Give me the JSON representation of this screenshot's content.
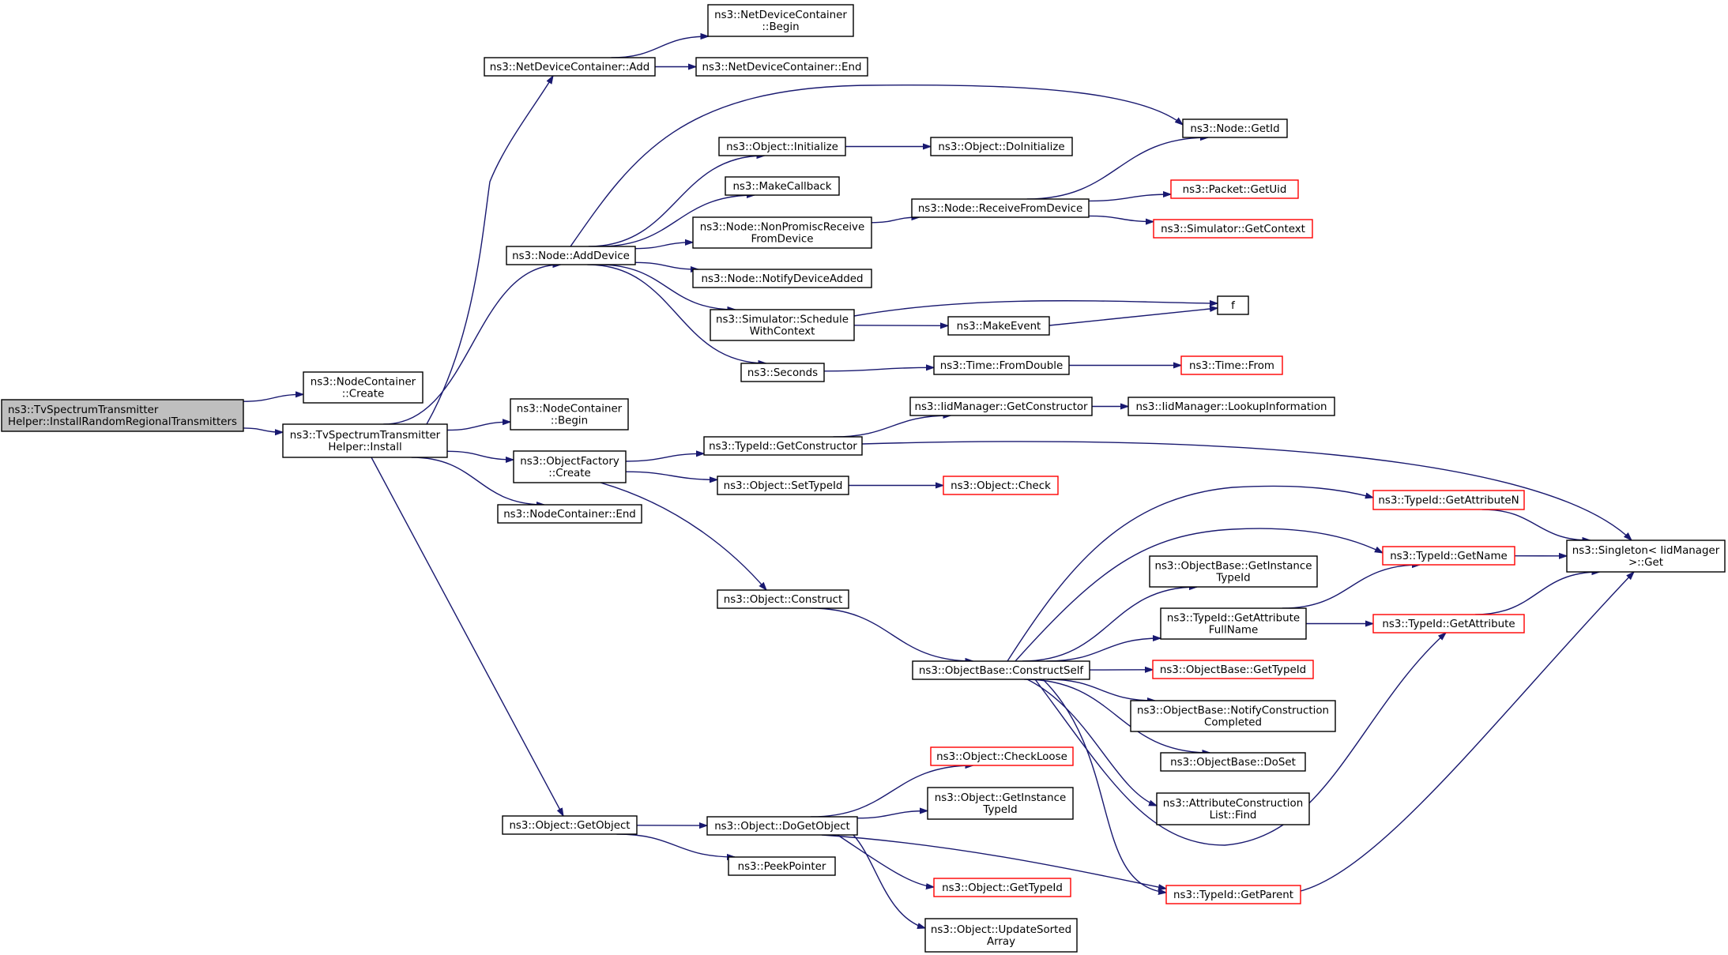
{
  "colors": {
    "edge": "#191970",
    "border_default": "#000000",
    "border_truncated": "#ff0000",
    "fill_root": "#bfbfbf",
    "fill_default": "#ffffff"
  },
  "nodes": [
    {
      "id": "root",
      "lines": [
        "ns3::TvSpectrumTransmitter",
        "Helper::InstallRandomRegionalTransmitters"
      ],
      "style": "root"
    },
    {
      "id": "nc_create",
      "lines": [
        "ns3::NodeContainer",
        "::Create"
      ],
      "style": "normal"
    },
    {
      "id": "install",
      "lines": [
        "ns3::TvSpectrumTransmitter",
        "Helper::Install"
      ],
      "style": "normal"
    },
    {
      "id": "ndc_add",
      "lines": [
        "ns3::NetDeviceContainer::Add"
      ],
      "style": "normal"
    },
    {
      "id": "ndc_begin",
      "lines": [
        "ns3::NetDeviceContainer",
        "::Begin"
      ],
      "style": "normal"
    },
    {
      "id": "ndc_end",
      "lines": [
        "ns3::NetDeviceContainer::End"
      ],
      "style": "normal"
    },
    {
      "id": "node_adddevice",
      "lines": [
        "ns3::Node::AddDevice"
      ],
      "style": "normal"
    },
    {
      "id": "obj_initialize",
      "lines": [
        "ns3::Object::Initialize"
      ],
      "style": "normal"
    },
    {
      "id": "obj_doinitialize",
      "lines": [
        "ns3::Object::DoInitialize"
      ],
      "style": "normal"
    },
    {
      "id": "node_getid",
      "lines": [
        "ns3::Node::GetId"
      ],
      "style": "normal"
    },
    {
      "id": "makecallback",
      "lines": [
        "ns3::MakeCallback"
      ],
      "style": "normal"
    },
    {
      "id": "node_nonpromisc",
      "lines": [
        "ns3::Node::NonPromiscReceive",
        "FromDevice"
      ],
      "style": "normal"
    },
    {
      "id": "node_receivefromdevice",
      "lines": [
        "ns3::Node::ReceiveFromDevice"
      ],
      "style": "normal"
    },
    {
      "id": "packet_getuid",
      "lines": [
        "ns3::Packet::GetUid"
      ],
      "style": "truncated"
    },
    {
      "id": "sim_getcontext",
      "lines": [
        "ns3::Simulator::GetContext"
      ],
      "style": "truncated"
    },
    {
      "id": "node_notify",
      "lines": [
        "ns3::Node::NotifyDeviceAdded"
      ],
      "style": "normal"
    },
    {
      "id": "sim_schedule",
      "lines": [
        "ns3::Simulator::Schedule",
        "WithContext"
      ],
      "style": "normal"
    },
    {
      "id": "f",
      "lines": [
        "f"
      ],
      "style": "normal"
    },
    {
      "id": "makeevent",
      "lines": [
        "ns3::MakeEvent"
      ],
      "style": "normal"
    },
    {
      "id": "seconds",
      "lines": [
        "ns3::Seconds"
      ],
      "style": "normal"
    },
    {
      "id": "time_fromdouble",
      "lines": [
        "ns3::Time::FromDouble"
      ],
      "style": "normal"
    },
    {
      "id": "time_from",
      "lines": [
        "ns3::Time::From"
      ],
      "style": "truncated"
    },
    {
      "id": "nc_begin",
      "lines": [
        "ns3::NodeContainer",
        "::Begin"
      ],
      "style": "normal"
    },
    {
      "id": "iid_getconstructor",
      "lines": [
        "ns3::IidManager::GetConstructor"
      ],
      "style": "normal"
    },
    {
      "id": "iid_lookup",
      "lines": [
        "ns3::IidManager::LookupInformation"
      ],
      "style": "normal"
    },
    {
      "id": "objfactory_create",
      "lines": [
        "ns3::ObjectFactory",
        "::Create"
      ],
      "style": "normal"
    },
    {
      "id": "typeid_getconstructor",
      "lines": [
        "ns3::TypeId::GetConstructor"
      ],
      "style": "normal"
    },
    {
      "id": "obj_settypeid",
      "lines": [
        "ns3::Object::SetTypeId"
      ],
      "style": "normal"
    },
    {
      "id": "obj_check",
      "lines": [
        "ns3::Object::Check"
      ],
      "style": "truncated"
    },
    {
      "id": "nc_end",
      "lines": [
        "ns3::NodeContainer::End"
      ],
      "style": "normal"
    },
    {
      "id": "typeid_getattributen",
      "lines": [
        "ns3::TypeId::GetAttributeN"
      ],
      "style": "truncated"
    },
    {
      "id": "singleton_get",
      "lines": [
        "ns3::Singleton< IidManager",
        " >::Get"
      ],
      "style": "normal"
    },
    {
      "id": "typeid_getname",
      "lines": [
        "ns3::TypeId::GetName"
      ],
      "style": "truncated"
    },
    {
      "id": "objbase_getinstancetypeid",
      "lines": [
        "ns3::ObjectBase::GetInstance",
        "TypeId"
      ],
      "style": "normal"
    },
    {
      "id": "obj_construct",
      "lines": [
        "ns3::Object::Construct"
      ],
      "style": "normal"
    },
    {
      "id": "typeid_getattrfullname",
      "lines": [
        "ns3::TypeId::GetAttribute",
        "FullName"
      ],
      "style": "normal"
    },
    {
      "id": "typeid_getattribute",
      "lines": [
        "ns3::TypeId::GetAttribute"
      ],
      "style": "truncated"
    },
    {
      "id": "objbase_constructself",
      "lines": [
        "ns3::ObjectBase::ConstructSelf"
      ],
      "style": "normal"
    },
    {
      "id": "objbase_gettypeid",
      "lines": [
        "ns3::ObjectBase::GetTypeId"
      ],
      "style": "truncated"
    },
    {
      "id": "objbase_notify",
      "lines": [
        "ns3::ObjectBase::NotifyConstruction",
        "Completed"
      ],
      "style": "normal"
    },
    {
      "id": "objbase_doset",
      "lines": [
        "ns3::ObjectBase::DoSet"
      ],
      "style": "normal"
    },
    {
      "id": "obj_checkloose",
      "lines": [
        "ns3::Object::CheckLoose"
      ],
      "style": "truncated"
    },
    {
      "id": "attrconstr_find",
      "lines": [
        "ns3::AttributeConstruction",
        "List::Find"
      ],
      "style": "normal"
    },
    {
      "id": "obj_getobject",
      "lines": [
        "ns3::Object::GetObject"
      ],
      "style": "normal"
    },
    {
      "id": "obj_dogetobject",
      "lines": [
        "ns3::Object::DoGetObject"
      ],
      "style": "normal"
    },
    {
      "id": "obj_getinstancetypeid",
      "lines": [
        "ns3::Object::GetInstance",
        "TypeId"
      ],
      "style": "normal"
    },
    {
      "id": "peekpointer",
      "lines": [
        "ns3::PeekPointer"
      ],
      "style": "normal"
    },
    {
      "id": "obj_gettypeid",
      "lines": [
        "ns3::Object::GetTypeId"
      ],
      "style": "truncated"
    },
    {
      "id": "typeid_getparent",
      "lines": [
        "ns3::TypeId::GetParent"
      ],
      "style": "truncated"
    },
    {
      "id": "obj_updatesorted",
      "lines": [
        "ns3::Object::UpdateSorted",
        "Array"
      ],
      "style": "normal"
    }
  ],
  "edges": [
    {
      "from": "root",
      "to": "nc_create"
    },
    {
      "from": "root",
      "to": "install"
    },
    {
      "from": "install",
      "to": "ndc_add"
    },
    {
      "from": "install",
      "to": "node_adddevice"
    },
    {
      "from": "install",
      "to": "nc_begin"
    },
    {
      "from": "install",
      "to": "objfactory_create"
    },
    {
      "from": "install",
      "to": "nc_end"
    },
    {
      "from": "install",
      "to": "obj_getobject"
    },
    {
      "from": "ndc_add",
      "to": "ndc_begin"
    },
    {
      "from": "ndc_add",
      "to": "ndc_end"
    },
    {
      "from": "node_adddevice",
      "to": "node_getid"
    },
    {
      "from": "node_adddevice",
      "to": "obj_initialize"
    },
    {
      "from": "node_adddevice",
      "to": "makecallback"
    },
    {
      "from": "node_adddevice",
      "to": "node_nonpromisc"
    },
    {
      "from": "node_adddevice",
      "to": "node_notify"
    },
    {
      "from": "node_adddevice",
      "to": "sim_schedule"
    },
    {
      "from": "node_adddevice",
      "to": "seconds"
    },
    {
      "from": "obj_initialize",
      "to": "obj_doinitialize"
    },
    {
      "from": "node_nonpromisc",
      "to": "node_receivefromdevice"
    },
    {
      "from": "node_receivefromdevice",
      "to": "node_getid"
    },
    {
      "from": "node_receivefromdevice",
      "to": "packet_getuid"
    },
    {
      "from": "node_receivefromdevice",
      "to": "sim_getcontext"
    },
    {
      "from": "sim_schedule",
      "to": "f"
    },
    {
      "from": "sim_schedule",
      "to": "makeevent"
    },
    {
      "from": "makeevent",
      "to": "f"
    },
    {
      "from": "seconds",
      "to": "time_fromdouble"
    },
    {
      "from": "time_fromdouble",
      "to": "time_from"
    },
    {
      "from": "objfactory_create",
      "to": "typeid_getconstructor"
    },
    {
      "from": "objfactory_create",
      "to": "obj_settypeid"
    },
    {
      "from": "objfactory_create",
      "to": "obj_construct"
    },
    {
      "from": "typeid_getconstructor",
      "to": "iid_getconstructor"
    },
    {
      "from": "typeid_getconstructor",
      "to": "singleton_get"
    },
    {
      "from": "iid_getconstructor",
      "to": "iid_lookup"
    },
    {
      "from": "obj_settypeid",
      "to": "obj_check"
    },
    {
      "from": "obj_construct",
      "to": "objbase_constructself"
    },
    {
      "from": "objbase_constructself",
      "to": "typeid_getattributen"
    },
    {
      "from": "objbase_constructself",
      "to": "typeid_getname"
    },
    {
      "from": "objbase_constructself",
      "to": "objbase_getinstancetypeid"
    },
    {
      "from": "objbase_constructself",
      "to": "typeid_getattrfullname"
    },
    {
      "from": "objbase_constructself",
      "to": "objbase_gettypeid"
    },
    {
      "from": "objbase_constructself",
      "to": "objbase_notify"
    },
    {
      "from": "objbase_constructself",
      "to": "objbase_doset"
    },
    {
      "from": "objbase_constructself",
      "to": "attrconstr_find"
    },
    {
      "from": "objbase_constructself",
      "to": "typeid_getattribute"
    },
    {
      "from": "objbase_constructself",
      "to": "typeid_getparent"
    },
    {
      "from": "typeid_getattributen",
      "to": "singleton_get"
    },
    {
      "from": "typeid_getname",
      "to": "singleton_get"
    },
    {
      "from": "typeid_getattrfullname",
      "to": "typeid_getname"
    },
    {
      "from": "typeid_getattrfullname",
      "to": "typeid_getattribute"
    },
    {
      "from": "typeid_getattribute",
      "to": "singleton_get"
    },
    {
      "from": "typeid_getparent",
      "to": "singleton_get"
    },
    {
      "from": "obj_getobject",
      "to": "obj_dogetobject"
    },
    {
      "from": "obj_getobject",
      "to": "peekpointer"
    },
    {
      "from": "obj_dogetobject",
      "to": "obj_checkloose"
    },
    {
      "from": "obj_dogetobject",
      "to": "obj_getinstancetypeid"
    },
    {
      "from": "obj_dogetobject",
      "to": "obj_gettypeid"
    },
    {
      "from": "obj_dogetobject",
      "to": "typeid_getparent"
    },
    {
      "from": "obj_dogetobject",
      "to": "obj_updatesorted"
    }
  ]
}
